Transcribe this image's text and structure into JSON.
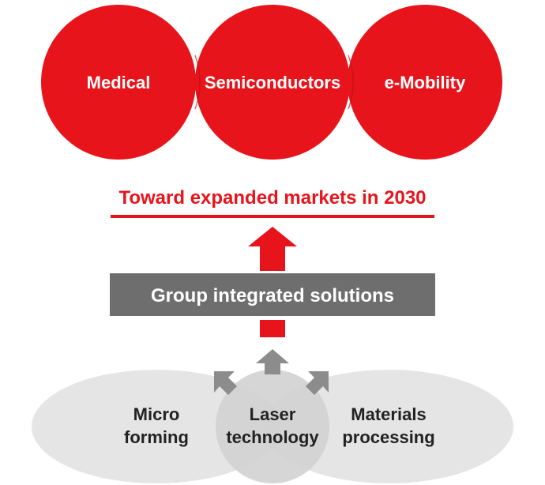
{
  "markets": [
    {
      "label": "Medical"
    },
    {
      "label": "Semiconductors"
    },
    {
      "label": "e-Mobility"
    }
  ],
  "headline": "Toward expanded markets in 2030",
  "solutions_label": "Group integrated solutions",
  "technologies": [
    {
      "lines": [
        "Micro",
        "forming"
      ]
    },
    {
      "lines": [
        "Laser",
        "technology"
      ]
    },
    {
      "lines": [
        "Materials",
        "processing"
      ]
    }
  ],
  "colors": {
    "accent_red": "#e8141b",
    "bar_gray": "#6e6e6e",
    "arrow_gray": "#8c8c8c",
    "ellipse_gray": "#e0e0e0"
  }
}
